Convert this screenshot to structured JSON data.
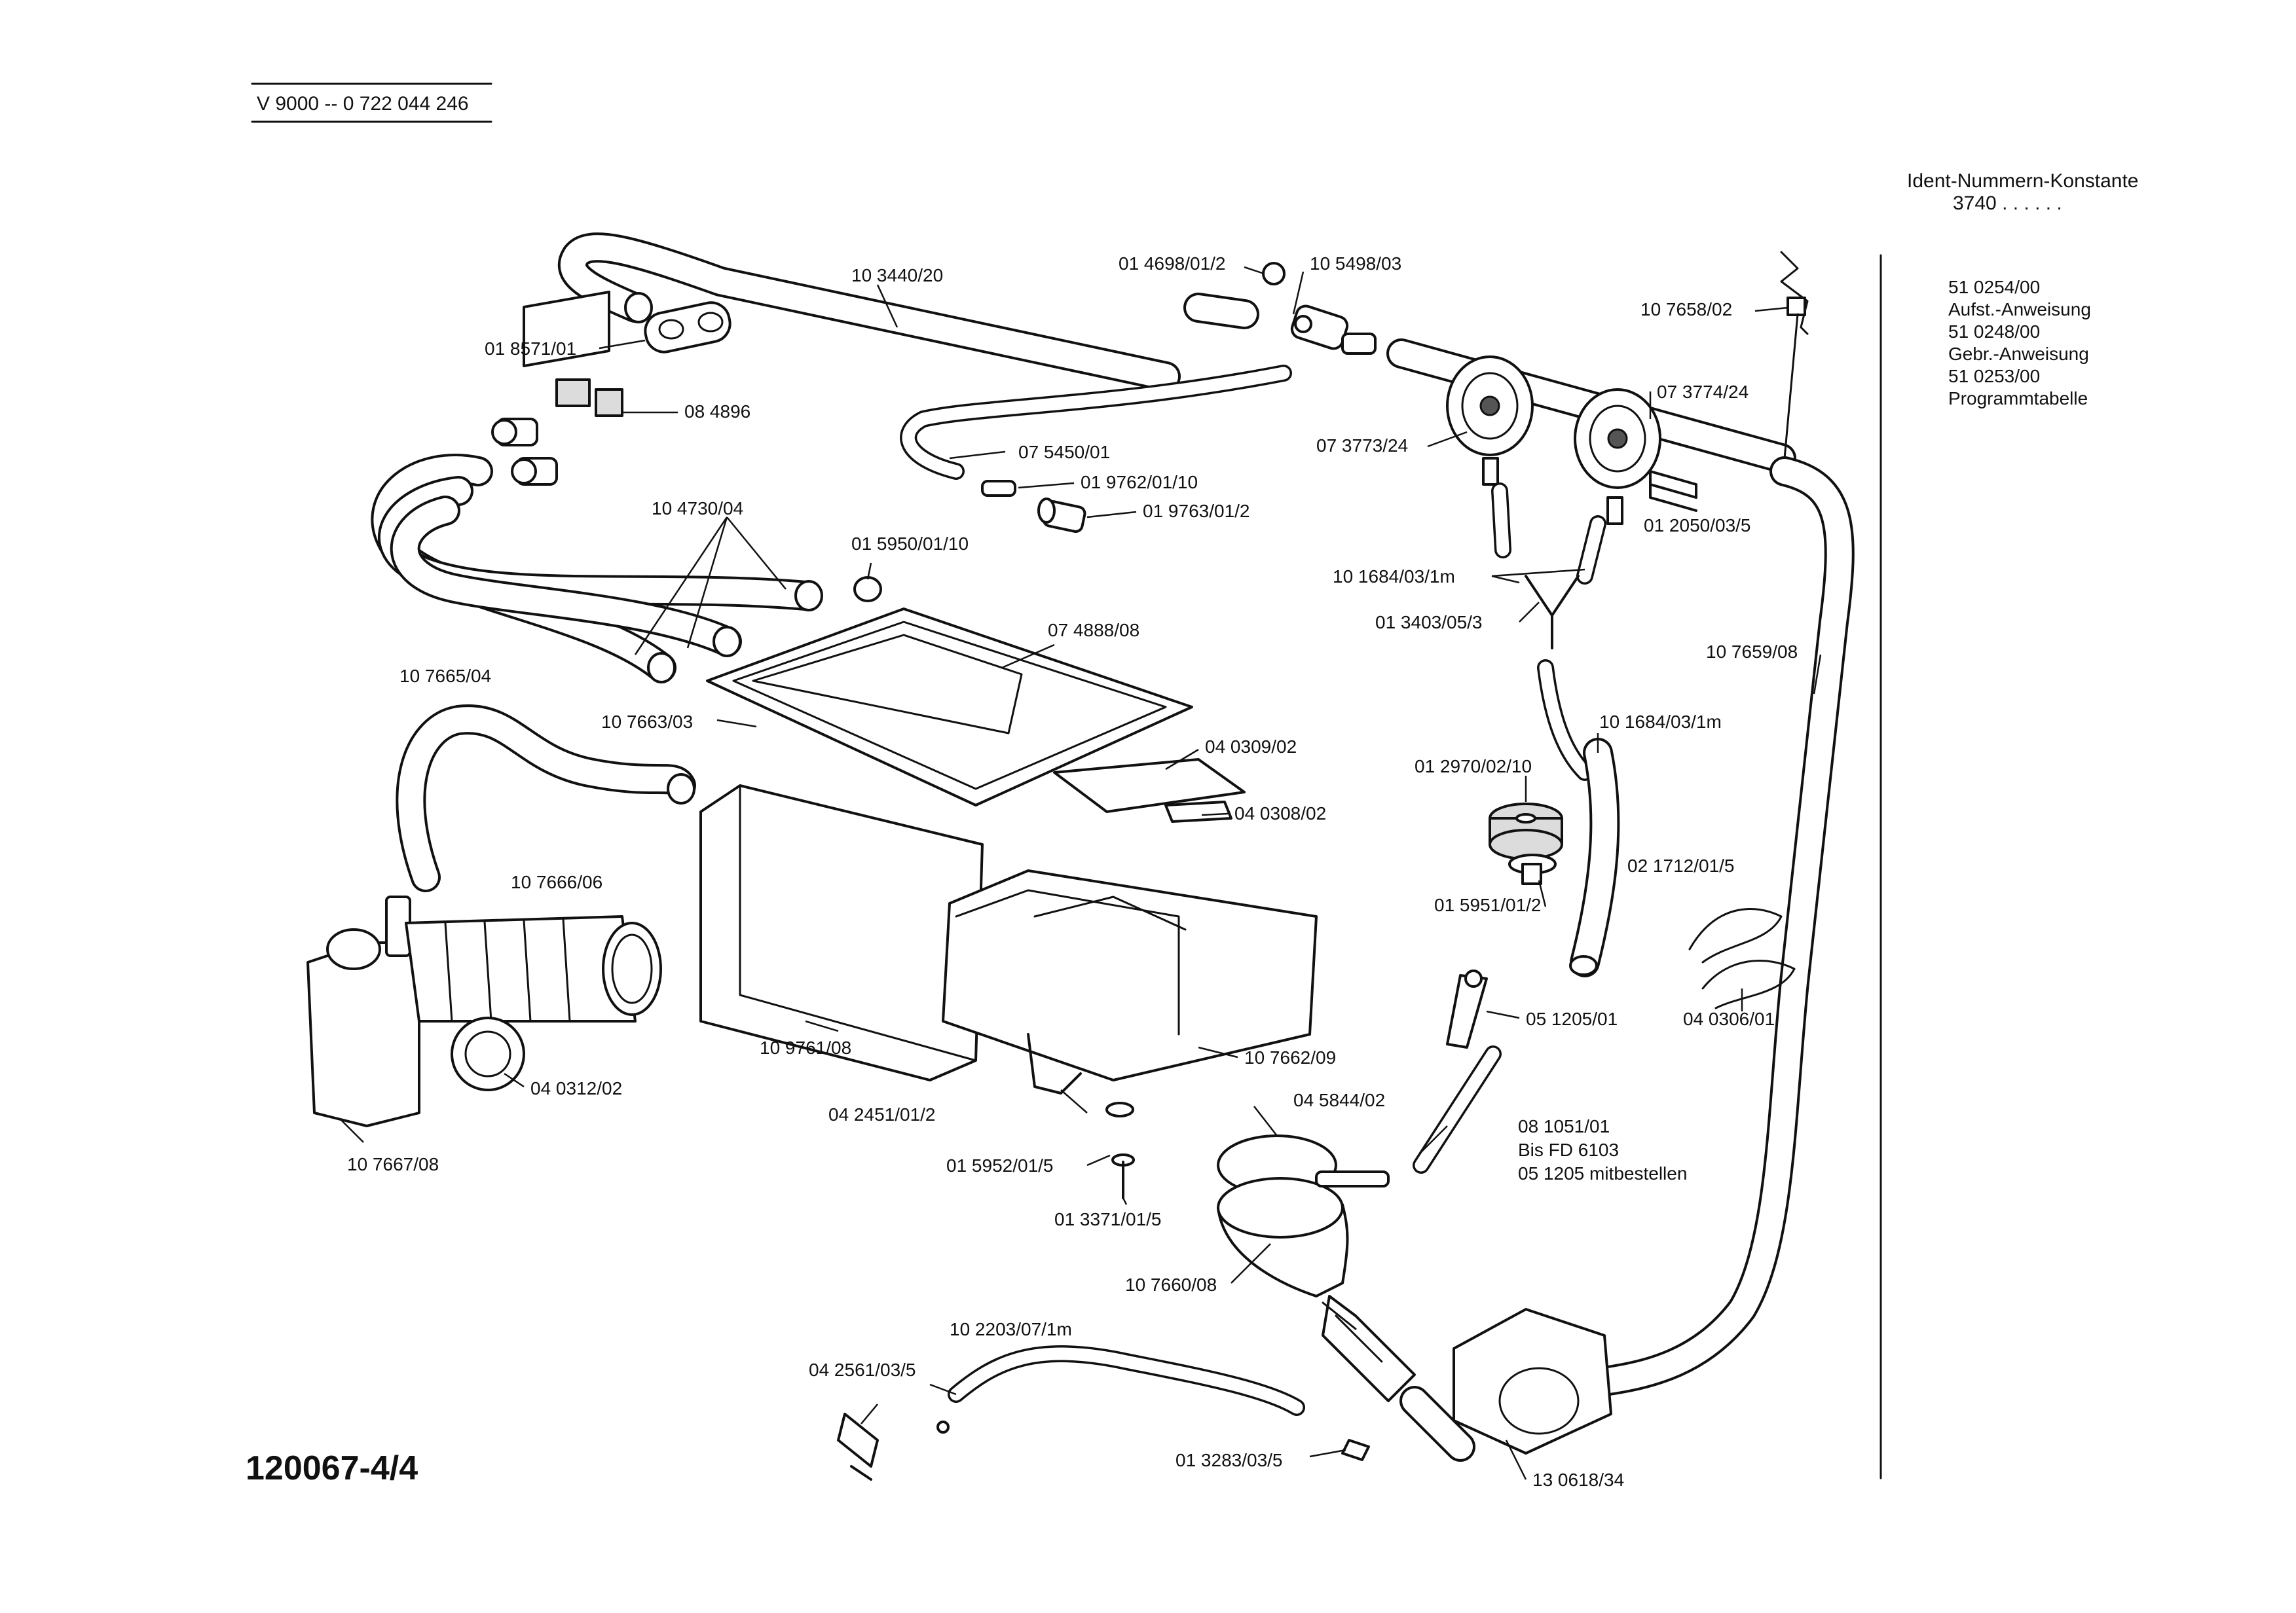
{
  "header": {
    "model": "V 9000 -- 0 722 044 246",
    "ident_label": "Ident-Nummern-Konstante",
    "ident_value": "3740  . .   . . . ."
  },
  "docs": [
    "51 0254/00",
    "Aufst.-Anweisung",
    "51 0248/00",
    "Gebr.-Anweisung",
    "51 0253/00",
    "Programmtabelle"
  ],
  "sheet_number": "120067-4/4",
  "parts": {
    "p103440": "10 3440/20",
    "p014698": "01 4698/01/2",
    "p105498": "10 5498/03",
    "p107658": "10 7658/02",
    "p018571": "01 8571/01",
    "p084896": "08 4896",
    "p075450": "07 5450/01",
    "p073774": "07 3774/24",
    "p073773": "07 3773/24",
    "p019762": "01 9762/01/10",
    "p019763": "01 9763/01/2",
    "p104730": "10 4730/04",
    "p015950": "01 5950/01/10",
    "p012050": "01 2050/03/5",
    "p101684a": "10 1684/03/1m",
    "p013403": "01 3403/05/3",
    "p074888": "07 4888/08",
    "p107659": "10 7659/08",
    "p107665": "10 7665/04",
    "p107663": "10 7663/03",
    "p101684b": "10 1684/03/1m",
    "p040309": "04 0309/02",
    "p012970": "01 2970/02/10",
    "p040308": "04 0308/02",
    "p107666": "10 7666/06",
    "p021712": "02 1712/01/5",
    "p015951": "01 5951/01/2",
    "p051205": "05 1205/01",
    "p040306": "04 0306/01",
    "p109761": "10 9761/08",
    "p107662": "10 7662/09",
    "p040312": "04 0312/02",
    "p045844": "04 5844/02",
    "p081051": "08 1051/01",
    "p081051_note1": "Bis FD 6103",
    "p081051_note2": "05 1205 mitbestellen",
    "p042451": "04 2451/01/2",
    "p107667": "10 7667/08",
    "p015952": "01 5952/01/5",
    "p013371": "01 3371/01/5",
    "p107660": "10 7660/08",
    "p102203": "10 2203/07/1m",
    "p042561": "04 2561/03/5",
    "p013283": "01 3283/03/5",
    "p130618": "13 0618/34"
  }
}
